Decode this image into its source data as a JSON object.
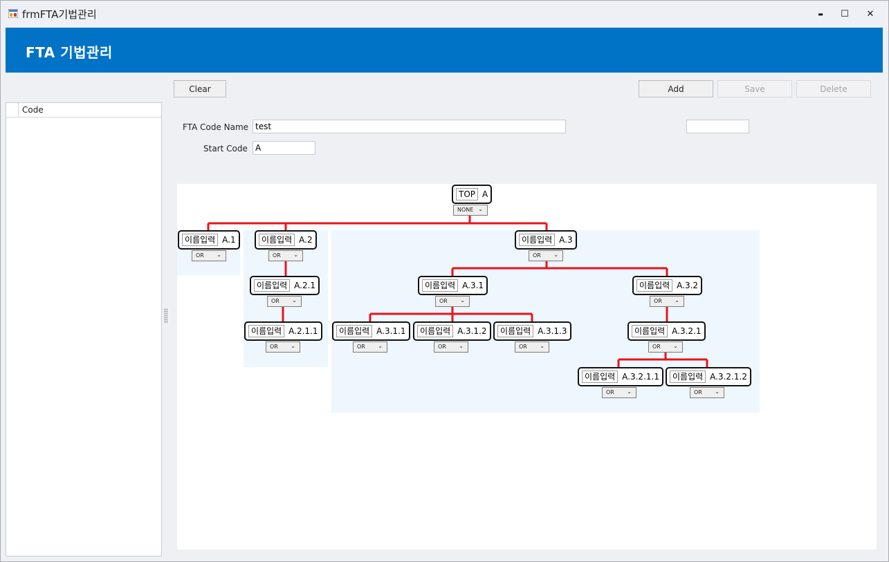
{
  "window": {
    "title": "frmFTA기법관리",
    "minimize": "▬",
    "maximize": "☐",
    "close": "✕"
  },
  "header": {
    "title": "FTA 기법관리"
  },
  "grid": {
    "column": "Code"
  },
  "toolbar": {
    "clear": "Clear",
    "add": "Add",
    "save": "Save",
    "delete": "Delete"
  },
  "form": {
    "fta_code_name_label": "FTA Code Name",
    "fta_code_name_value": "test",
    "start_code_label": "Start Code",
    "start_code_value": "A",
    "extra_value": ""
  },
  "tree": {
    "top": {
      "name": "TOP",
      "code": "A",
      "gate": "NONE"
    },
    "nodes": [
      {
        "name": "이름입력",
        "code": "A.1",
        "gate": "OR"
      },
      {
        "name": "이름입력",
        "code": "A.2",
        "gate": "OR"
      },
      {
        "name": "이름입력",
        "code": "A.3",
        "gate": "OR"
      },
      {
        "name": "이름입력",
        "code": "A.2.1",
        "gate": "OR"
      },
      {
        "name": "이름입력",
        "code": "A.3.1",
        "gate": "OR"
      },
      {
        "name": "이름입력",
        "code": "A.3.2",
        "gate": "OR"
      },
      {
        "name": "이름입력",
        "code": "A.2.1.1",
        "gate": "OR"
      },
      {
        "name": "이름입력",
        "code": "A.3.1.1",
        "gate": "OR"
      },
      {
        "name": "이름입력",
        "code": "A.3.1.2",
        "gate": "OR"
      },
      {
        "name": "이름입력",
        "code": "A.3.1.3",
        "gate": "OR"
      },
      {
        "name": "이름입력",
        "code": "A.3.2.1",
        "gate": "OR"
      },
      {
        "name": "이름입력",
        "code": "A.3.2.1.1",
        "gate": "OR"
      },
      {
        "name": "이름입력",
        "code": "A.3.2.1.2",
        "gate": "OR"
      }
    ]
  },
  "colors": {
    "banner": "#0073c6",
    "connector": "#e8141a",
    "group": "#eef6fe"
  }
}
